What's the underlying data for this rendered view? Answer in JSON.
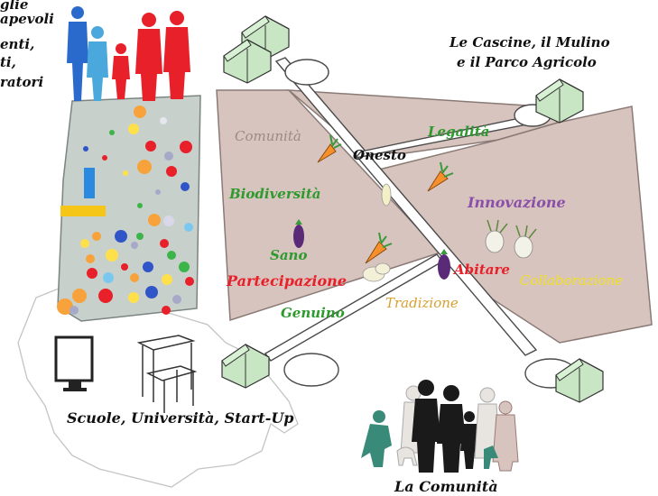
{
  "corner_text": {
    "line1": "glie",
    "line2": "apevoli",
    "line3": "enti,",
    "line4": "ti,",
    "line5": "ratori"
  },
  "cascine_label": {
    "line1": "Le Cascine, il Mulino",
    "line2": "e il Parco Agricolo"
  },
  "keywords": {
    "comunita": {
      "text": "Comunità",
      "color": "#9b8a85"
    },
    "onesto": {
      "text": "Onesto",
      "color": "#111111"
    },
    "legalita": {
      "text": "Legalità",
      "color": "#2e9a2e"
    },
    "biodiversita": {
      "text": "Biodiversità",
      "color": "#2e9a2e"
    },
    "innovazione": {
      "text": "Innovazione",
      "color": "#8a4fa8"
    },
    "sano": {
      "text": "Sano",
      "color": "#2e9a2e"
    },
    "abitare": {
      "text": "Abitare",
      "color": "#e8202a"
    },
    "collaborazione": {
      "text": "Collaborazione",
      "color": "#f0e020"
    },
    "partecipazione": {
      "text": "Partecipazione",
      "color": "#e8202a"
    },
    "tradizione": {
      "text": "Tradizione",
      "color": "#d9a030"
    },
    "genuino": {
      "text": "Genuino",
      "color": "#2e9a2e"
    }
  },
  "schools_label": "Scuole, Università, Start-Up",
  "community_label": "La Comunità",
  "colors": {
    "field": "#d8c4be",
    "field_outline": "#8a7a76",
    "urban_block": "#c8d0cc",
    "farmhouse": "#c8e6c4",
    "road": "#ffffff",
    "people_red": "#e8202a",
    "people_blue": "#4aa8dc"
  }
}
